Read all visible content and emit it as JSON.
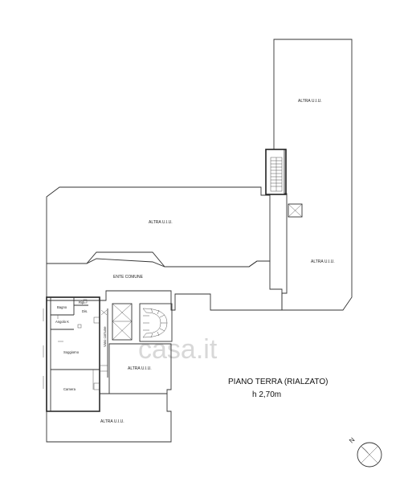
{
  "watermark": "casa.it",
  "title": {
    "line1": "PIANO TERRA (RIALZATO)",
    "line2": "h 2,70m"
  },
  "rooms": {
    "altra_top_right": "ALTRA U.I.U.",
    "altra_upper_mid": "ALTRA U.I.U.",
    "altra_right": "ALTRA U.I.U.",
    "ente_comune": "ENTE COMUNE",
    "altra_center": "ALTRA U.I.U.",
    "altra_bottom": "ALTRA U.I.U.",
    "bagno": "Bagno",
    "rip": "Rip.",
    "dis": "Dis.",
    "angolo_k": "Angolo K",
    "soggiorno": "Soggiorno",
    "camera": "Camera",
    "vano_comune": "Vano comune"
  },
  "compass": {
    "label": "N",
    "icon": "compass-icon"
  },
  "colors": {
    "line": "#333333",
    "background": "#ffffff"
  }
}
